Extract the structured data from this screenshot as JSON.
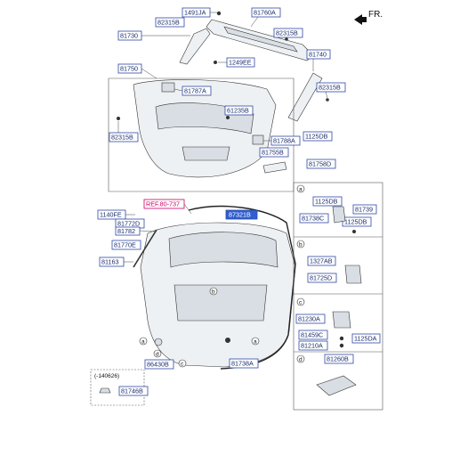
{
  "diagram": {
    "orientation": "FR.",
    "reference": "REF.80-737",
    "note": "(-140626)",
    "labels": {
      "p1491JA": "1491JA",
      "p81760A": "81760A",
      "p82315B_a": "82315B",
      "p81730": "81730",
      "p82315B_b": "82315B",
      "p1249EE": "1249EE",
      "p81740": "81740",
      "p81750": "81750",
      "p81787A": "81787A",
      "p82315B_c": "82315B",
      "p61235B": "61235B",
      "p82315B_d": "82315B",
      "p81788A": "81788A",
      "p1125DB_a": "1125DB",
      "p81755B": "81755B",
      "p81758D": "81758D",
      "p1140FE": "1140FE",
      "p81772D": "81772D",
      "p81782": "81782",
      "p81770E": "81770E",
      "p81163": "81163",
      "p87321B": "87321B",
      "p86430B": "86430B",
      "p81738A_a": "81738A",
      "p81746B": "81746B",
      "p1125DB_b": "1125DB",
      "p81739": "81739",
      "p81738C": "81738C",
      "p1125DB_c": "1125DB",
      "p1327AB": "1327AB",
      "p81725D": "81725D",
      "p81230A": "81230A",
      "p81459C": "81459C",
      "p1125DA": "1125DA",
      "p81210A": "81210A",
      "p81260B": "81260B"
    },
    "callouts": {
      "a": "a",
      "b": "b",
      "c": "c",
      "d": "d"
    }
  }
}
